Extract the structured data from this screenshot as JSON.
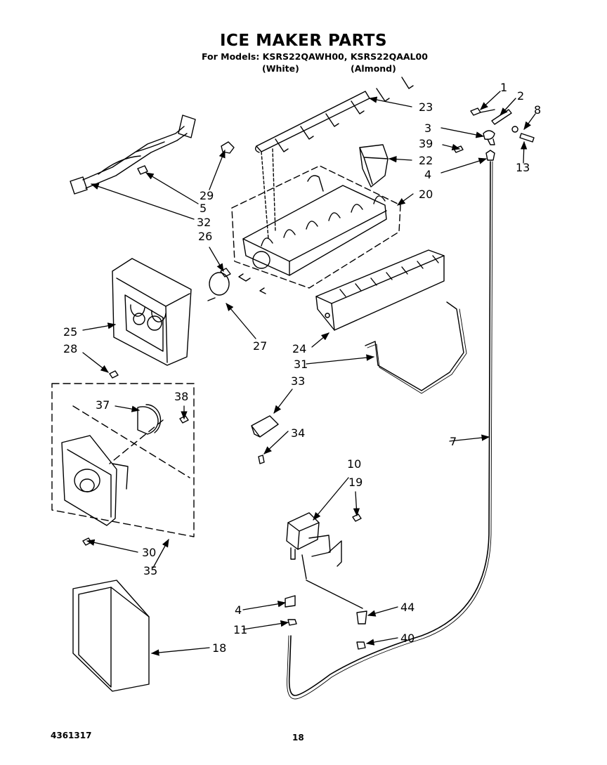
{
  "header": {
    "title": "ICE MAKER PARTS",
    "models": "For Models: KSRS22QAWH00, KSRS22QAAL00",
    "variant_white": "(White)",
    "variant_almond": "(Almond)"
  },
  "footer": {
    "doc_number": "4361317",
    "page_number": "18"
  },
  "callouts": [
    {
      "id": "c1",
      "text": "1"
    },
    {
      "id": "c2",
      "text": "2"
    },
    {
      "id": "c8",
      "text": "8"
    },
    {
      "id": "c3",
      "text": "3"
    },
    {
      "id": "c39",
      "text": "39"
    },
    {
      "id": "c13",
      "text": "13"
    },
    {
      "id": "c4a",
      "text": "4"
    },
    {
      "id": "c23",
      "text": "23"
    },
    {
      "id": "c22",
      "text": "22"
    },
    {
      "id": "c20",
      "text": "20"
    },
    {
      "id": "c29",
      "text": "29"
    },
    {
      "id": "c5",
      "text": "5"
    },
    {
      "id": "c32",
      "text": "32"
    },
    {
      "id": "c26",
      "text": "26"
    },
    {
      "id": "c25",
      "text": "25"
    },
    {
      "id": "c28",
      "text": "28"
    },
    {
      "id": "c27",
      "text": "27"
    },
    {
      "id": "c24",
      "text": "24"
    },
    {
      "id": "c31",
      "text": "31"
    },
    {
      "id": "c33",
      "text": "33"
    },
    {
      "id": "c34",
      "text": "34"
    },
    {
      "id": "c37",
      "text": "37"
    },
    {
      "id": "c38",
      "text": "38"
    },
    {
      "id": "c7",
      "text": "7"
    },
    {
      "id": "c10",
      "text": "10"
    },
    {
      "id": "c19",
      "text": "19"
    },
    {
      "id": "c30",
      "text": "30"
    },
    {
      "id": "c35",
      "text": "35"
    },
    {
      "id": "c4b",
      "text": "4"
    },
    {
      "id": "c44",
      "text": "44"
    },
    {
      "id": "c11",
      "text": "11"
    },
    {
      "id": "c40",
      "text": "40"
    },
    {
      "id": "c18",
      "text": "18"
    }
  ]
}
